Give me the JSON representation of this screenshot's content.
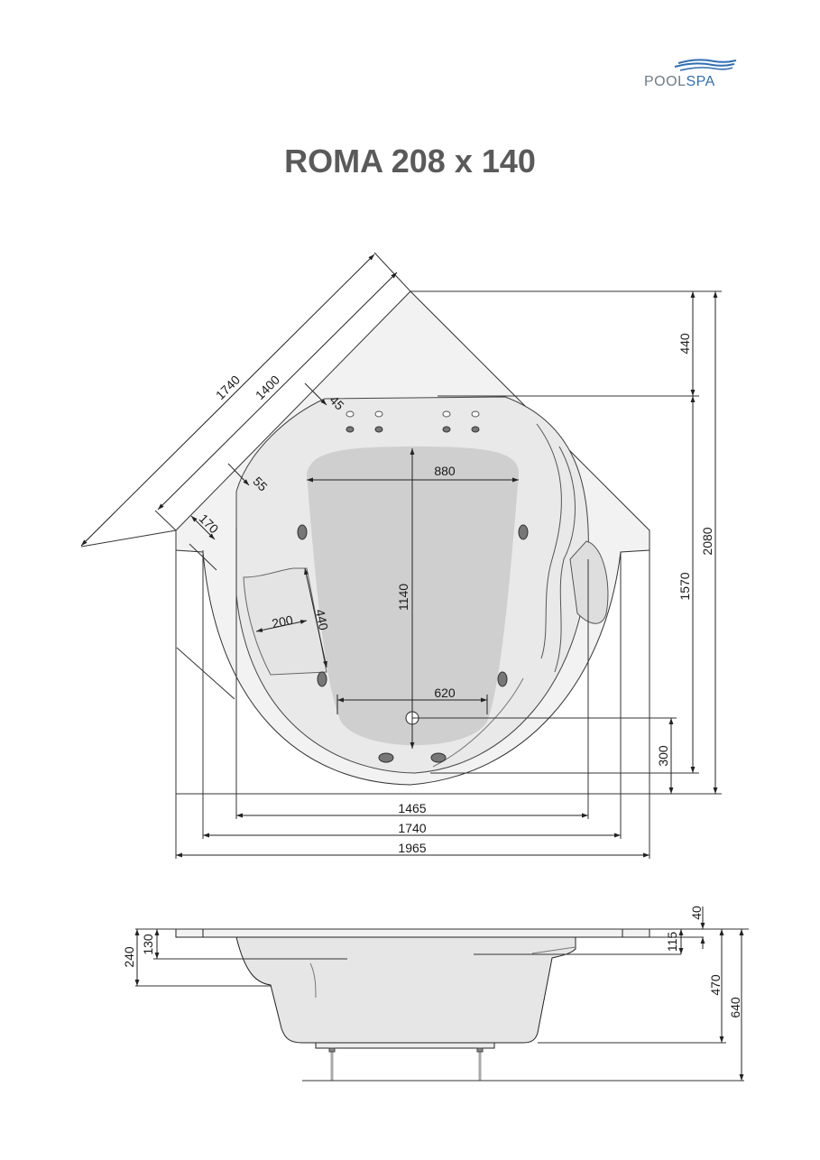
{
  "brand": {
    "part1": "POOL",
    "part2": "SPA"
  },
  "title": "ROMA 208 x 140",
  "top_view_dims": {
    "diag_1740": "1740",
    "diag_1400": "1400",
    "d45": "45",
    "d55": "55",
    "d170": "170",
    "d880": "880",
    "d1140": "1140",
    "d200": "200",
    "d440_seat": "440",
    "d620": "620",
    "d440_right": "440",
    "d1570": "1570",
    "d2080": "2080",
    "d300": "300",
    "w1465": "1465",
    "w1740": "1740",
    "w1965": "1965"
  },
  "side_view_dims": {
    "d240": "240",
    "d130": "130",
    "d40": "40",
    "d115": "115",
    "d470": "470",
    "d640": "640"
  },
  "colors": {
    "brand_grey": "#6d7b87",
    "brand_blue": "#2f6fb3",
    "title": "#5a5a5a",
    "line": "#222222",
    "fill_light": "#eeeeee",
    "fill_dark": "#d2d2d2"
  }
}
